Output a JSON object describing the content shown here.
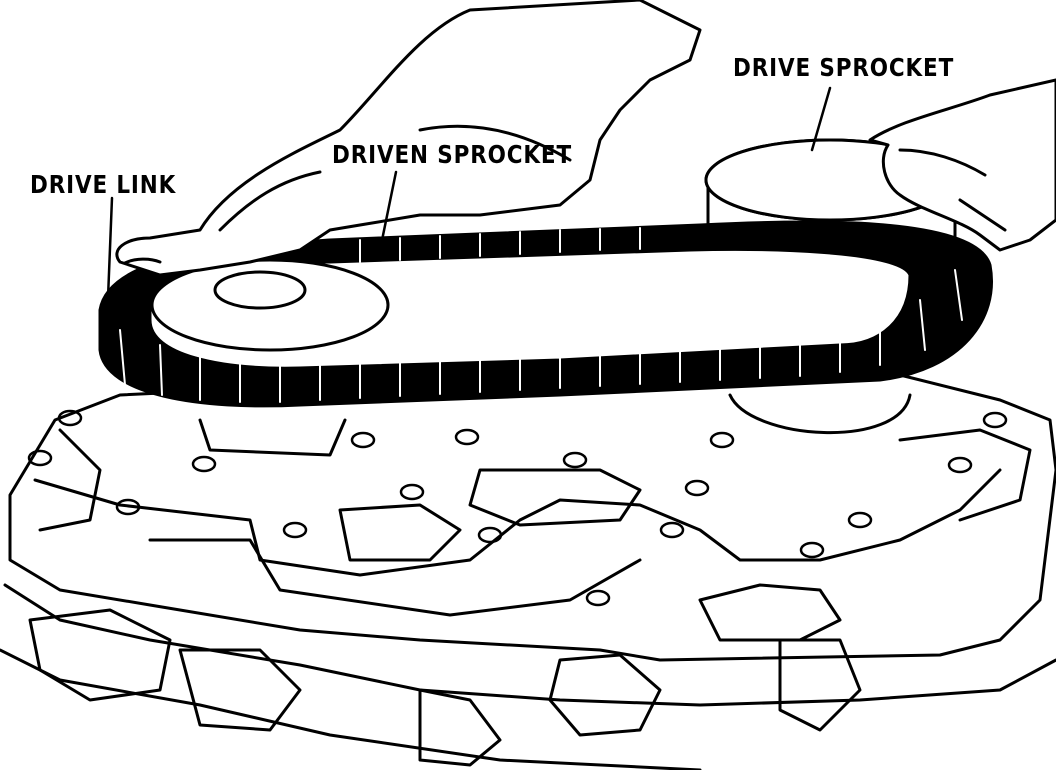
{
  "labels": {
    "drive_link": "DRIVE LINK",
    "driven_sprocket": "DRIVEN SPROCKET",
    "drive_sprocket": "DRIVE SPROCKET"
  },
  "colors": {
    "ink": "#000000",
    "paper": "#ffffff"
  }
}
